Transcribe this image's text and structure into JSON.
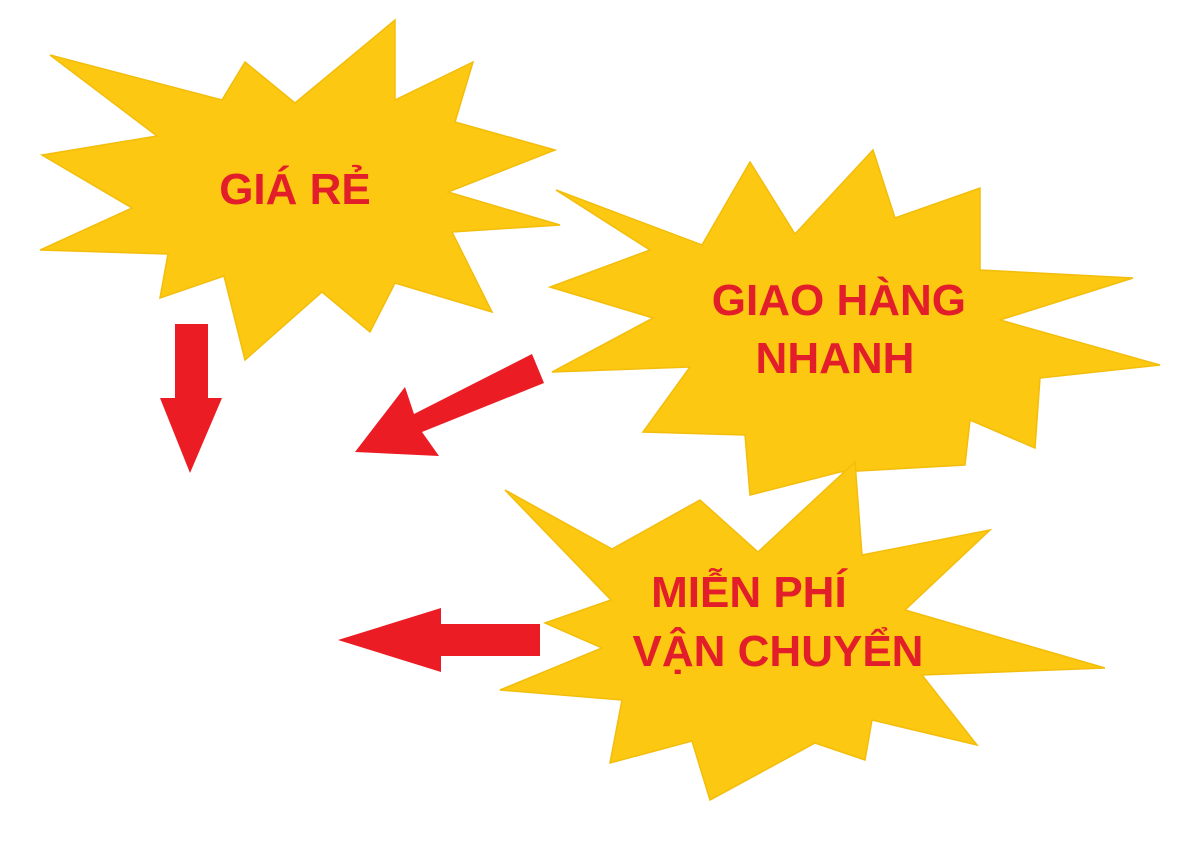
{
  "colors": {
    "background": "#ffffff",
    "burst_fill": "#fcc811",
    "burst_stroke": "#f3bd0c",
    "text": "#e31e2b",
    "arrow": "#ec1c24"
  },
  "bursts": [
    {
      "id": "gia-re",
      "lines": [
        "GIÁ RẺ"
      ]
    },
    {
      "id": "giao-hang-nhanh",
      "lines": [
        "GIAO HÀNG",
        "NHANH"
      ]
    },
    {
      "id": "mien-phi-van-chuyen",
      "lines": [
        "MIỄN PHÍ",
        "VẬN CHUYỂN"
      ]
    }
  ],
  "arrows": [
    {
      "id": "down",
      "icon": "arrow-down-icon"
    },
    {
      "id": "diagonal",
      "icon": "arrow-down-left-icon"
    },
    {
      "id": "left",
      "icon": "arrow-left-icon"
    }
  ]
}
